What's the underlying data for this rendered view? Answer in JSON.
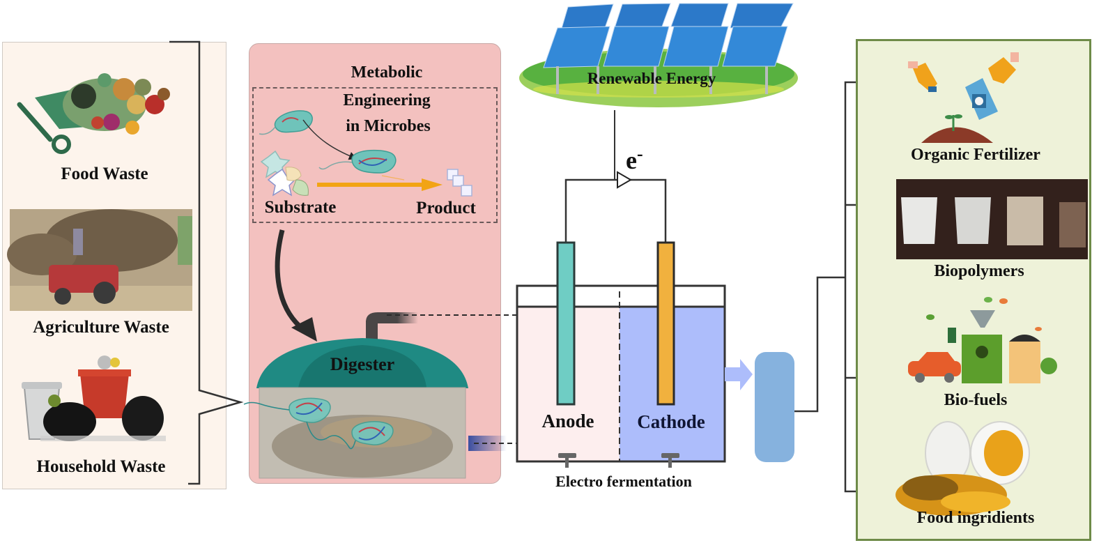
{
  "waste_sources": {
    "items": [
      {
        "label": "Food Waste",
        "icon": "wheelbarrow-food-icon"
      },
      {
        "label": "Agriculture Waste",
        "icon": "hay-tractor-photo"
      },
      {
        "label": "Household Waste",
        "icon": "garbage-bins-icon"
      }
    ]
  },
  "digester_panel": {
    "title_lines": [
      "Metabolic",
      "Engineering",
      "in Microbes"
    ],
    "substrate_label": "Substrate",
    "product_label": "Product",
    "digester_label": "Digester"
  },
  "energy": {
    "label": "Renewable Energy",
    "electron_symbol": "e",
    "electron_charge": "-"
  },
  "electro_cell": {
    "anode_label": "Anode",
    "cathode_label": "Cathode",
    "caption": "Electro fermentation"
  },
  "products": {
    "items": [
      {
        "label": "Organic Fertilizer",
        "icon": "fertilizer-icon"
      },
      {
        "label": "Biopolymers",
        "icon": "biopolymer-bags-photo"
      },
      {
        "label": "Bio-fuels",
        "icon": "biofuel-plant-icon"
      },
      {
        "label": "Food ingridients",
        "icon": "capsules-photo"
      }
    ]
  },
  "colors": {
    "left_panel_bg": "#fdf4ec",
    "digester_panel_bg": "#f3c1bf",
    "anode_fill": "#fdeeee",
    "cathode_fill": "#adbdfb",
    "anode_rod": "#6fcdc4",
    "cathode_rod": "#f1b13e",
    "collector": "#86b2de",
    "digester_dome": "#1f8a83",
    "product_panel_bg": "#eef2d9",
    "product_panel_border": "#6e8b48"
  }
}
